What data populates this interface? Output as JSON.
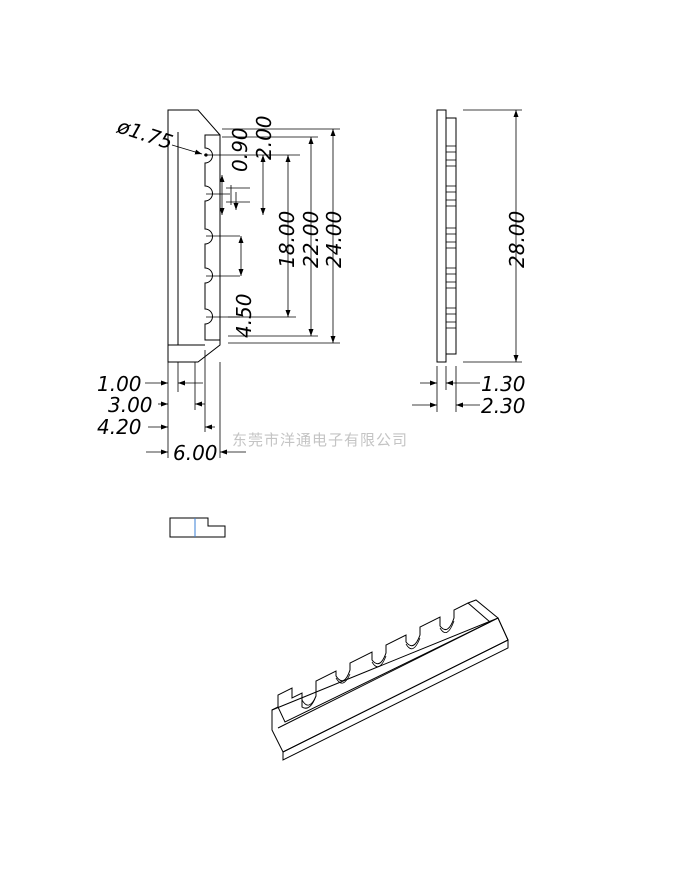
{
  "front_view": {
    "hole_diameter": "ø1.75",
    "dims_vertical": [
      "0.90",
      "2.00",
      "18.00",
      "22.00",
      "24.00",
      "4.50"
    ],
    "dims_horizontal": [
      "1.00",
      "3.00",
      "4.20",
      "6.00"
    ]
  },
  "side_view": {
    "height": "28.00",
    "thickness": [
      "1.30",
      "2.30"
    ]
  },
  "watermark": "东莞市洋通电子有限公司"
}
